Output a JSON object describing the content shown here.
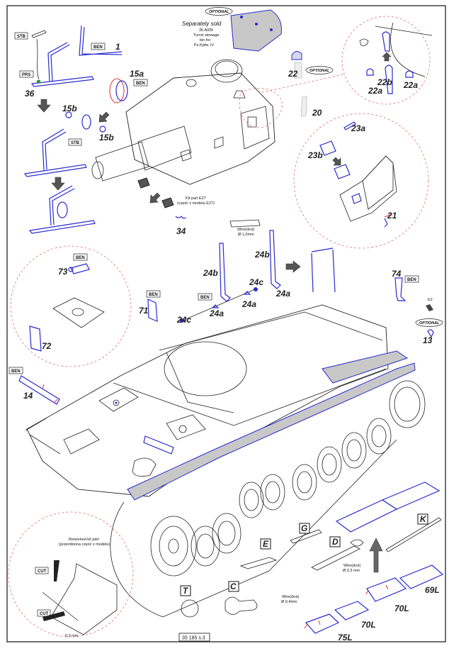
{
  "sheet": {
    "page_ref": "35 185 s.3",
    "accent_blue": "#2a2ad0",
    "accent_red": "#e03030",
    "detail_circle_color": "#e07070"
  },
  "tags": {
    "stb": "STB",
    "ben": "BEN",
    "prs": "PRS",
    "optional": "OPTIONAL",
    "cut": "CUT"
  },
  "stowage_note": {
    "line1": "Separately sold",
    "line2": "35 A005",
    "line3": "Turret stowage",
    "line4": "bin for",
    "line5": "Pz.Kpfw. IV"
  },
  "kit_part_note": {
    "line1": "Kit part E27",
    "line2": "(część z modelu E27)"
  },
  "wire_notes": {
    "wire_10": {
      "line1": "Wire(drut)",
      "line2": "Ø 1,0mm"
    },
    "wire_03": {
      "line1": "Wire(drut)",
      "line2": "Ø 0,3 mm"
    },
    "wire_04": {
      "line1": "Wire(drut)",
      "line2": "Ø 0,4mm"
    }
  },
  "reworked_note": {
    "line1": "Reworked kit part",
    "line2": "(przerobiona część z modelu)",
    "dimension": "0,3 mm"
  },
  "part_numbers": {
    "p1": "1",
    "p36": "36",
    "p15a": "15a",
    "p15b_1": "15b",
    "p15b_2": "15b",
    "p22": "22",
    "p22a_1": "22a",
    "p22a_2": "22a",
    "p22b": "22b",
    "p20": "20",
    "p23a": "23a",
    "p23b": "23b",
    "p21": "21",
    "p34": "34",
    "p24b_1": "24b",
    "p24b_2": "24b",
    "p24a_1": "24a",
    "p24a_2": "24a",
    "p24a_3": "24a",
    "p24c_1": "24c",
    "p24c_2": "24c",
    "p73": "73",
    "p72": "72",
    "p71": "71",
    "p74": "74",
    "p13": "13",
    "pE2": "E2",
    "p14": "14",
    "p69L": "69L",
    "p70L_1": "70L",
    "p70L_2": "70L",
    "p75L": "75L"
  },
  "sprue_letters": {
    "T": "T",
    "C": "C",
    "E": "E",
    "G": "G",
    "D": "D",
    "K": "K"
  }
}
